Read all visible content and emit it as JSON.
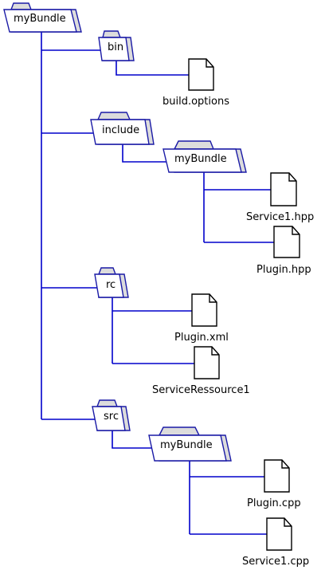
{
  "colors": {
    "line": "#0000cc",
    "folder_stroke": "#1a1aa6",
    "folder_fill": "#ffffff",
    "folder_shade": "#dcdcdc",
    "file_stroke": "#000000",
    "file_fill": "#ffffff"
  },
  "tree": {
    "root": {
      "label": "myBundle",
      "icon": "folder-icon"
    },
    "bin": {
      "label": "bin",
      "icon": "folder-icon"
    },
    "build_options": {
      "label": "build.options",
      "icon": "file-icon"
    },
    "include": {
      "label": "include",
      "icon": "folder-icon"
    },
    "include_mybundle": {
      "label": "myBundle",
      "icon": "folder-icon"
    },
    "service1_hpp": {
      "label": "Service1.hpp",
      "icon": "file-icon"
    },
    "plugin_hpp": {
      "label": "Plugin.hpp",
      "icon": "file-icon"
    },
    "rc": {
      "label": "rc",
      "icon": "folder-icon"
    },
    "plugin_xml": {
      "label": "Plugin.xml",
      "icon": "file-icon"
    },
    "service_ressource1": {
      "label": "ServiceRessource1",
      "icon": "file-icon"
    },
    "src": {
      "label": "src",
      "icon": "folder-icon"
    },
    "src_mybundle": {
      "label": "myBundle",
      "icon": "folder-icon"
    },
    "plugin_cpp": {
      "label": "Plugin.cpp",
      "icon": "file-icon"
    },
    "service1_cpp": {
      "label": "Service1.cpp",
      "icon": "file-icon"
    }
  }
}
